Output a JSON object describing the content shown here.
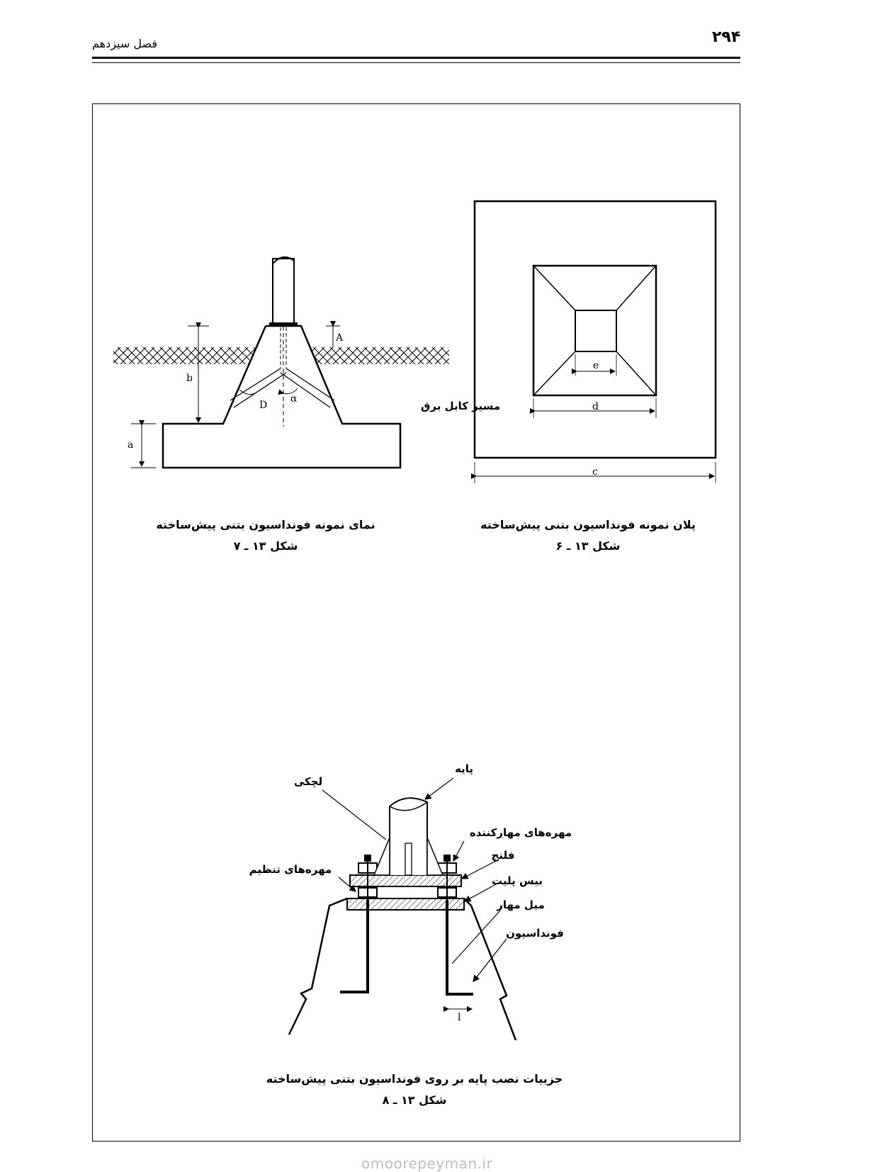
{
  "header": {
    "page_number": "۲۹۴",
    "chapter": "فصل سیزدهم"
  },
  "figure_7": {
    "caption_title": "نمای نمونه فونداسیون بتنی پیش‌ساخته",
    "caption_number": "شکل ۱۳ ـ ۷",
    "labels": {
      "A": "A",
      "b": "b",
      "a": "a",
      "D": "D",
      "alpha": "α",
      "cable_path": "مسیر کابل برق"
    }
  },
  "figure_6": {
    "caption_title": "پلان نمونه فونداسیون بتنی پیش‌ساخته",
    "caption_number": "شکل ۱۳ ـ ۶",
    "labels": {
      "e": "e",
      "d": "d",
      "c": "c"
    }
  },
  "figure_8": {
    "caption_title": "جزییات نصب پایه بر روی فونداسیون بتنی پیش‌ساخته",
    "caption_number": "شکل ۱۳ ـ ۸",
    "labels": {
      "pole": "پایه",
      "gusset": "لچکی",
      "fixing_nuts": "مهره‌های مهارکننده",
      "flange": "فلنج",
      "leveling_nuts": "مهره‌های تنظیم",
      "base_plate": "بیس پلیت",
      "anchor_rod": "میل مهار",
      "foundation": "فونداسیون",
      "l": "l"
    }
  },
  "watermark": "omoorepeyman.ir"
}
